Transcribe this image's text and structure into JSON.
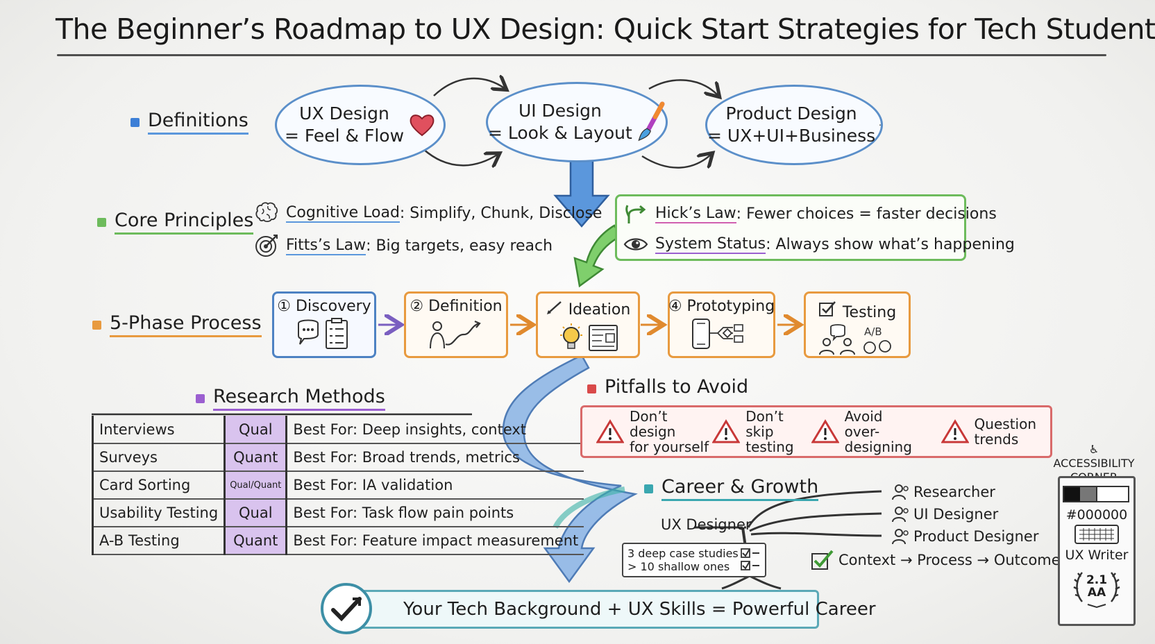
{
  "title": "The Beginner’s Roadmap to UX Design: Quick Start Strategies for Tech Students",
  "colors": {
    "blue": "#4d82c3",
    "green": "#6dbb5c",
    "orange": "#e89a3f",
    "purple": "#9b5fd0",
    "red": "#d94a4a",
    "teal": "#3aa7b0"
  },
  "sections": {
    "definitions": "Definitions",
    "core_principles": "Core Principles",
    "process": "5-Phase Process",
    "research": "Research Methods",
    "pitfalls": "Pitfalls to Avoid",
    "career": "Career & Growth"
  },
  "definitions": [
    {
      "line1": "UX Design",
      "line2": "= Feel & Flow",
      "icon": "heart-icon"
    },
    {
      "line1": "UI Design",
      "line2": "= Look & Layout",
      "icon": "paintbrush-icon"
    },
    {
      "line1": "Product Design",
      "line2": "= UX+UI+Business",
      "icon": "briefcase-icon"
    }
  ],
  "principles": [
    {
      "term": "Cognitive Load",
      "desc": ": Simplify, Chunk, Disclose",
      "icon": "brain-icon"
    },
    {
      "term": "Fitts’s Law",
      "desc": ": Big targets, easy reach",
      "icon": "target-icon"
    },
    {
      "term": "Hick’s Law",
      "desc": ": Fewer choices = faster decisions",
      "icon": "branch-arrow-icon"
    },
    {
      "term": "System Status",
      "desc": ": Always show what’s happening",
      "icon": "eye-icon"
    }
  ],
  "phases": [
    {
      "label": "① Discovery",
      "icon": "interview-checklist-icon"
    },
    {
      "label": "② Definition",
      "icon": "user-journey-icon"
    },
    {
      "label": "Ideation",
      "icon": "lightbulb-sketch-icon"
    },
    {
      "label": "④ Prototyping",
      "icon": "phone-flow-icon"
    },
    {
      "label": "Testing",
      "icon": "ab-test-users-icon"
    }
  ],
  "research_methods": [
    {
      "method": "Interviews",
      "type": "Qual",
      "best": "Best For: Deep insights, context"
    },
    {
      "method": "Surveys",
      "type": "Quant",
      "best": "Best For: Broad trends, metrics"
    },
    {
      "method": "Card Sorting",
      "type": "Qual/Quant",
      "best": "Best For: IA validation"
    },
    {
      "method": "Usability Testing",
      "type": "Qual",
      "best": "Best For: Task flow pain points"
    },
    {
      "method": "A-B Testing",
      "type": "Quant",
      "best": "Best For: Feature impact measurement"
    }
  ],
  "pitfalls": [
    {
      "line1": "Don’t design",
      "line2": "for yourself"
    },
    {
      "line1": "Don’t skip",
      "line2": "testing"
    },
    {
      "line1": "Avoid",
      "line2": "over-designing"
    },
    {
      "line1": "Question",
      "line2": "trends"
    }
  ],
  "career": {
    "root": "UX Designer",
    "note_line1": "3 deep case studies",
    "note_line2": "> 10 shallow ones",
    "roles": [
      "Researcher",
      "UI Designer",
      "Product Designer"
    ],
    "portfolio": "Context → Process → Outcome"
  },
  "accessibility": {
    "title_line1": "ACCESSIBILITY",
    "title_line2": "CORNER",
    "hex": "#000000",
    "writer": "UX Writer",
    "badge_line1": "2.1",
    "badge_line2": "AA"
  },
  "final": "Your Tech Background + UX Skills = Powerful Career"
}
